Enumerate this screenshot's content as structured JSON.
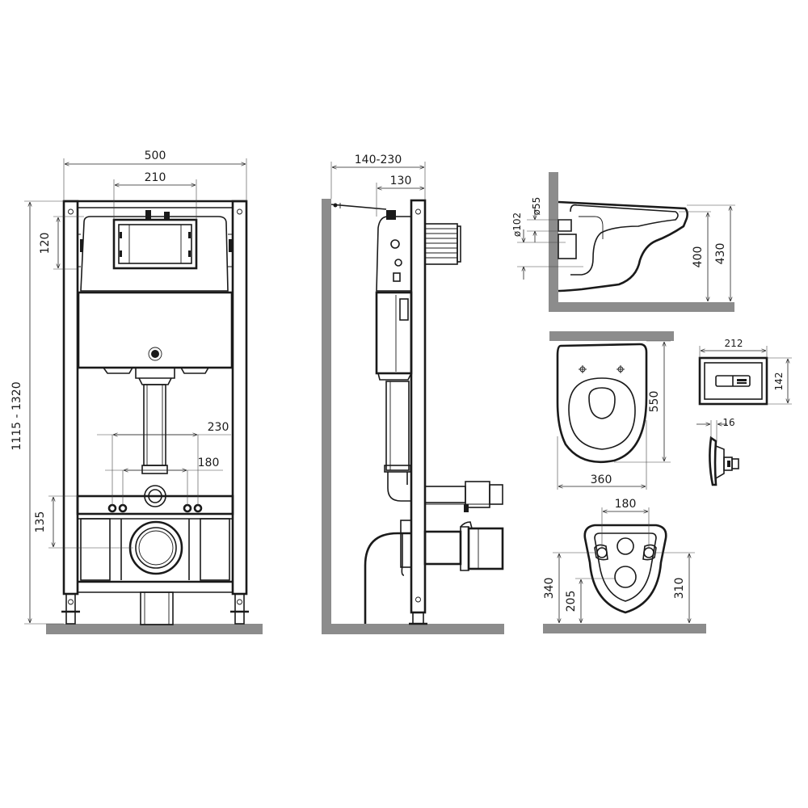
{
  "dimensions": {
    "frame_width": "500",
    "button_span": "210",
    "flush_offset": "120",
    "frame_height": "1115 - 1320",
    "studs_outer": "230",
    "studs_inner": "180",
    "outlet_height": "135",
    "depth_range": "140-230",
    "depth_module": "130",
    "inlet_dia": "ø55",
    "outlet_dia": "ø102",
    "bowl_height_inner": "400",
    "bowl_height_outer": "430",
    "bowl_length": "550",
    "bowl_width": "360",
    "plate_width": "212",
    "plate_height": "142",
    "plate_depth": "16",
    "rear_span": "180",
    "rear_h1": "340",
    "rear_h2": "205",
    "rear_h3": "310"
  },
  "colors": {
    "line": "#1a1a1a",
    "floor": "#8c8c8c"
  }
}
